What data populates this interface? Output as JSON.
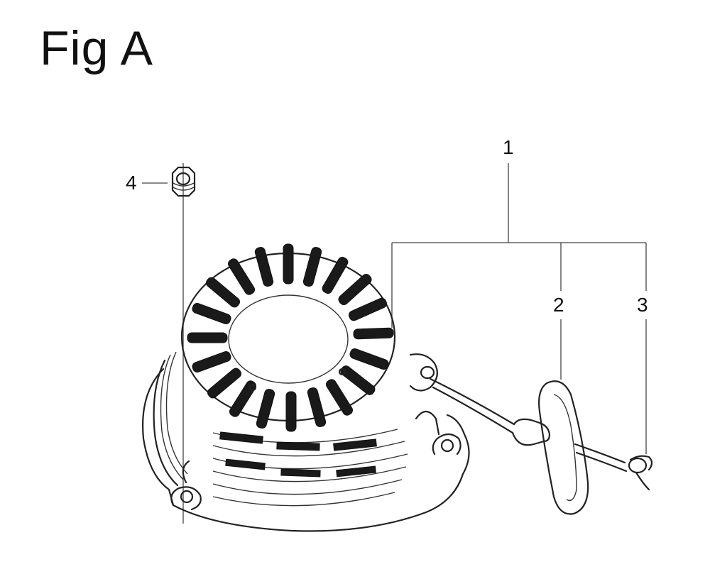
{
  "figure": {
    "title": "Fig A"
  },
  "callouts": [
    {
      "id": "1",
      "label": "1"
    },
    {
      "id": "2",
      "label": "2"
    },
    {
      "id": "3",
      "label": "3"
    },
    {
      "id": "4",
      "label": "4"
    }
  ],
  "colors": {
    "ink": "#222222",
    "background": "#ffffff"
  }
}
